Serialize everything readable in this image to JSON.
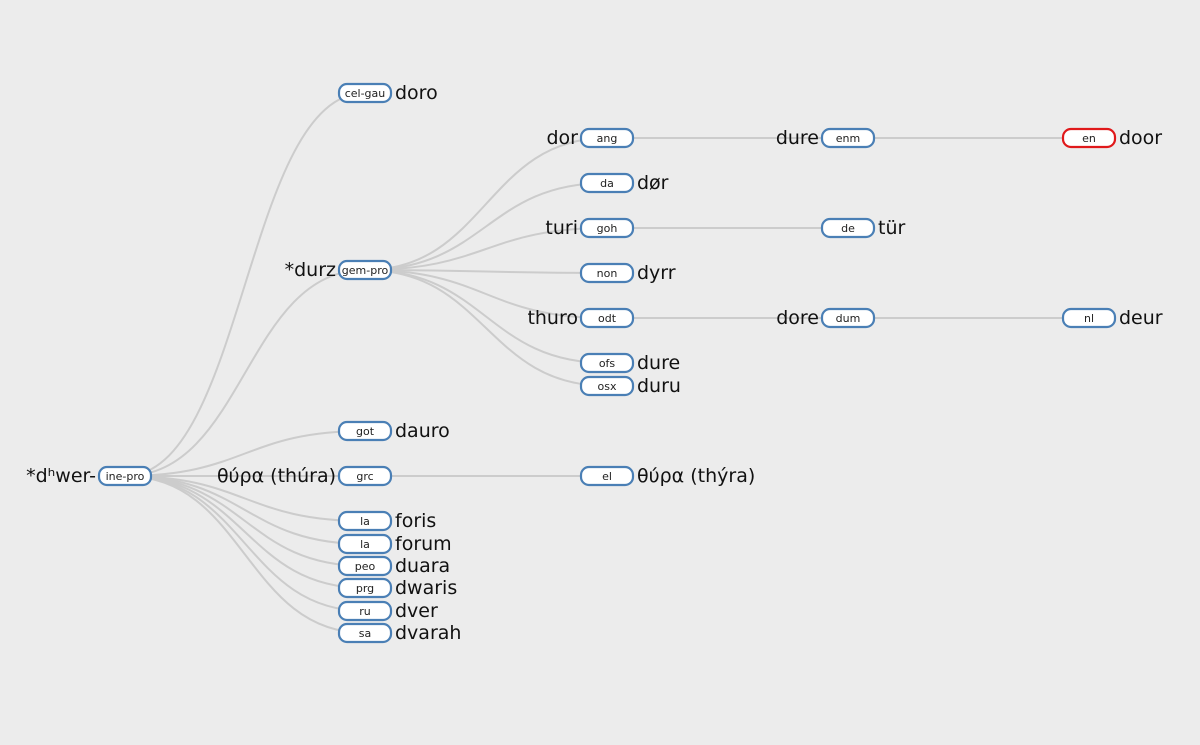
{
  "tree": {
    "highlight_color": "#e0191b",
    "node_border_color": "#4a7fb5",
    "link_color": "#cccccc",
    "nodes": [
      {
        "id": "n0",
        "code": "ine-pro",
        "word": "*dʰwer-",
        "side": "left",
        "parent": null,
        "highlight": false
      },
      {
        "id": "n1",
        "code": "cel-gau",
        "word": "doro",
        "side": "right",
        "parent": "n0",
        "highlight": false
      },
      {
        "id": "n2",
        "code": "gem-pro",
        "word": "*durz",
        "side": "left",
        "parent": "n0",
        "highlight": false
      },
      {
        "id": "n3",
        "code": "ang",
        "word": "dor",
        "side": "left",
        "parent": "n2",
        "highlight": false
      },
      {
        "id": "n4",
        "code": "enm",
        "word": "dure",
        "side": "left",
        "parent": "n3",
        "highlight": false
      },
      {
        "id": "n5",
        "code": "en",
        "word": "door",
        "side": "right",
        "parent": "n4",
        "highlight": true
      },
      {
        "id": "n6",
        "code": "da",
        "word": "dør",
        "side": "right",
        "parent": "n2",
        "highlight": false
      },
      {
        "id": "n7",
        "code": "goh",
        "word": "turi",
        "side": "left",
        "parent": "n2",
        "highlight": false
      },
      {
        "id": "n8",
        "code": "de",
        "word": "tür",
        "side": "right",
        "parent": "n7",
        "highlight": false
      },
      {
        "id": "n9",
        "code": "non",
        "word": "dyrr",
        "side": "right",
        "parent": "n2",
        "highlight": false
      },
      {
        "id": "n10",
        "code": "odt",
        "word": "thuro",
        "side": "left",
        "parent": "n2",
        "highlight": false
      },
      {
        "id": "n11",
        "code": "dum",
        "word": "dore",
        "side": "left",
        "parent": "n10",
        "highlight": false
      },
      {
        "id": "n12",
        "code": "nl",
        "word": "deur",
        "side": "right",
        "parent": "n11",
        "highlight": false
      },
      {
        "id": "n13",
        "code": "ofs",
        "word": "dure",
        "side": "right",
        "parent": "n2",
        "highlight": false
      },
      {
        "id": "n14",
        "code": "osx",
        "word": "duru",
        "side": "right",
        "parent": "n2",
        "highlight": false
      },
      {
        "id": "n15",
        "code": "got",
        "word": "dauro",
        "side": "right",
        "parent": "n0",
        "highlight": false
      },
      {
        "id": "n16",
        "code": "grc",
        "word": "θύρα (thúra)",
        "side": "left",
        "parent": "n0",
        "highlight": false
      },
      {
        "id": "n17",
        "code": "el",
        "word": "θύρα (thýra)",
        "side": "right",
        "parent": "n16",
        "highlight": false
      },
      {
        "id": "n18",
        "code": "la",
        "word": "foris",
        "side": "right",
        "parent": "n0",
        "highlight": false
      },
      {
        "id": "n19",
        "code": "la",
        "word": "forum",
        "side": "right",
        "parent": "n0",
        "highlight": false
      },
      {
        "id": "n20",
        "code": "peo",
        "word": "duara",
        "side": "right",
        "parent": "n0",
        "highlight": false
      },
      {
        "id": "n21",
        "code": "prg",
        "word": "dwaris",
        "side": "right",
        "parent": "n0",
        "highlight": false
      },
      {
        "id": "n22",
        "code": "ru",
        "word": "dver",
        "side": "right",
        "parent": "n0",
        "highlight": false
      },
      {
        "id": "n23",
        "code": "sa",
        "word": "dvarah",
        "side": "right",
        "parent": "n0",
        "highlight": false
      }
    ]
  }
}
